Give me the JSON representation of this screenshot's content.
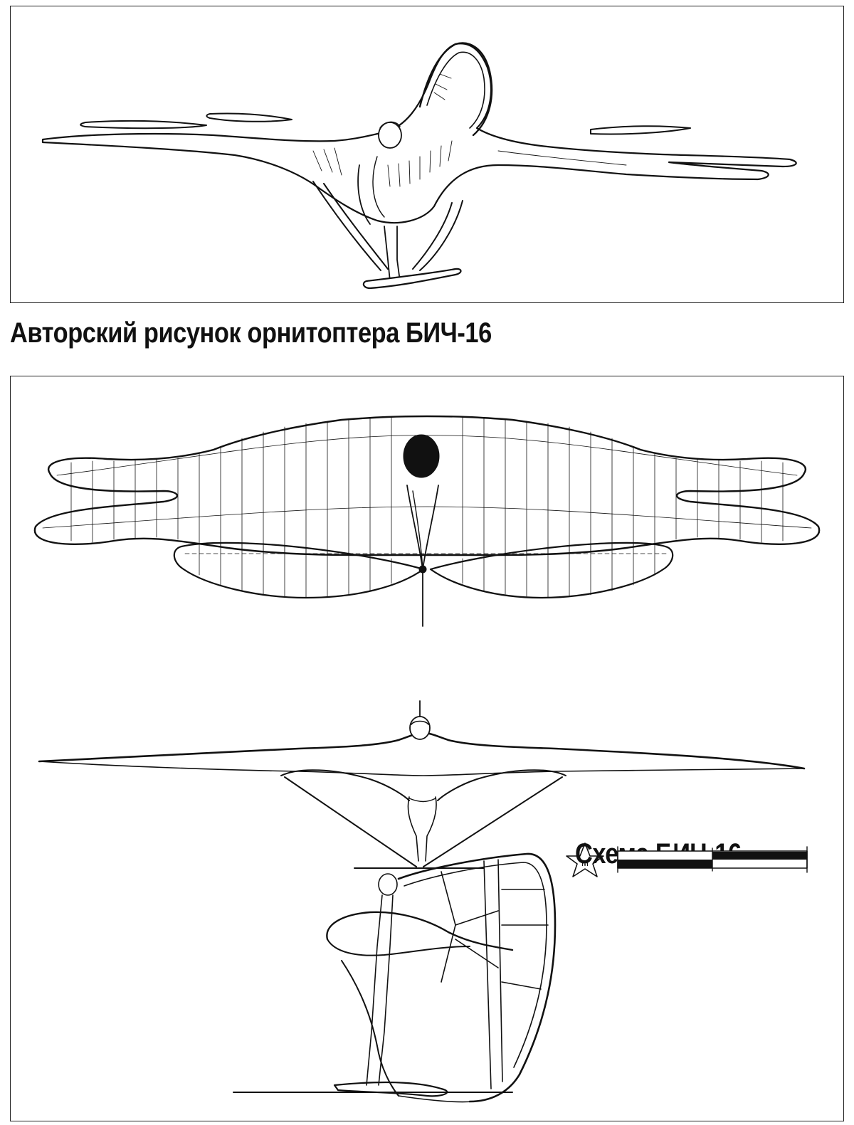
{
  "captions": {
    "main": "Авторский рисунок орнитоптера БИЧ-16",
    "scheme": "Схема БИЧ-16"
  },
  "emblem": {
    "letter": "M"
  },
  "colors": {
    "ink": "#111111",
    "paper": "#ffffff"
  }
}
